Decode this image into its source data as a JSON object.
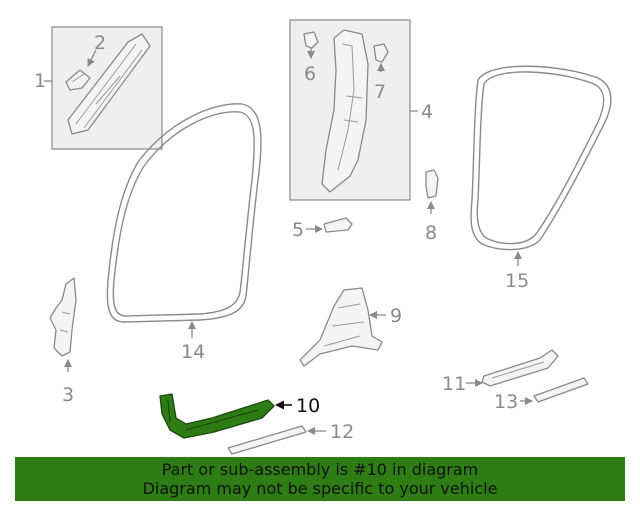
{
  "callouts": {
    "n1": "1",
    "n2": "2",
    "n3": "3",
    "n4": "4",
    "n5": "5",
    "n6": "6",
    "n7": "7",
    "n8": "8",
    "n9": "9",
    "n10": "10",
    "n11": "11",
    "n12": "12",
    "n13": "13",
    "n14": "14",
    "n15": "15"
  },
  "highlight": {
    "part": "10",
    "color": "#2e7d14"
  },
  "banner": {
    "line1": "Part or sub-assembly is #10 in diagram",
    "line2": "Diagram may not be specific to your vehicle",
    "color": "#2e7d14"
  }
}
